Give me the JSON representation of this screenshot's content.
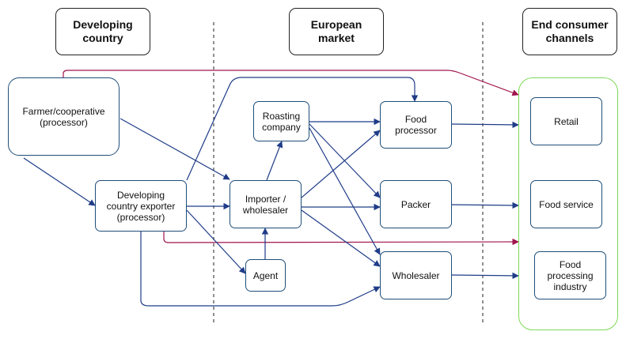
{
  "headers": {
    "developing": "Developing\ncountry",
    "european": "European\nmarket",
    "endconsumer": "End consumer\nchannels"
  },
  "nodes": {
    "farmer": "Farmer/cooperative\n(processor)",
    "exporter": "Developing\ncountry exporter\n(processor)",
    "roasting": "Roasting\ncompany",
    "importer": "Importer /\nwholesaler",
    "agent": "Agent",
    "food_processor": "Food\nprocessor",
    "packer": "Packer",
    "wholesaler": "Wholesaler",
    "retail": "Retail",
    "food_service": "Food service",
    "food_processing_industry": "Food\nprocessing\nindustry"
  },
  "colors": {
    "arrow_blue": "#1f3c88",
    "arrow_crimson": "#a0144c",
    "node_border": "#1f4e79",
    "group_border": "#7ed957"
  }
}
